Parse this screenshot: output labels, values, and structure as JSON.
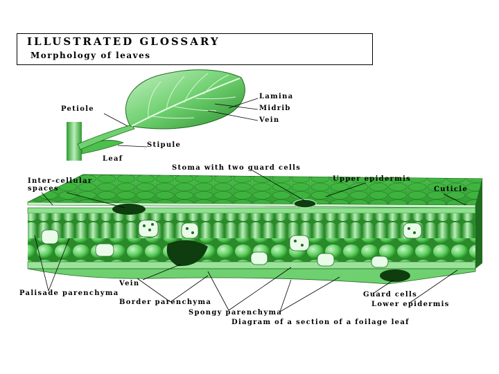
{
  "header": {
    "title": "ILLUSTRATED GLOSSARY",
    "subtitle": "Morphology of  leaves"
  },
  "leaf_labels": {
    "lamina": "Lamina",
    "midrib": "Midrib",
    "vein": "Vein",
    "petiole": "Petiole",
    "stipule": "Stipule",
    "leaf": "Leaf"
  },
  "section_labels": {
    "stoma": "Stoma with two guard cells",
    "intercellular_line1": "Inter-cellular",
    "intercellular_line2": "spaces",
    "upper_epidermis": "Upper epidermis",
    "cuticle": "Cuticle",
    "vein": "Vein",
    "palisade": "Palisade parenchyma",
    "border": "Border  parenchyma",
    "guard_cells": "Guard cells",
    "lower_epidermis": "Lower epidermis",
    "spongy": "Spongy parenchyma",
    "caption": "Diagram of a section of a foilage leaf"
  },
  "colors": {
    "leaf_light": "#9be29b",
    "leaf_mid": "#4cbf4c",
    "leaf_dark": "#1f6b1f",
    "cell_fill": "#5ccf5c",
    "background": "#ffffff"
  }
}
